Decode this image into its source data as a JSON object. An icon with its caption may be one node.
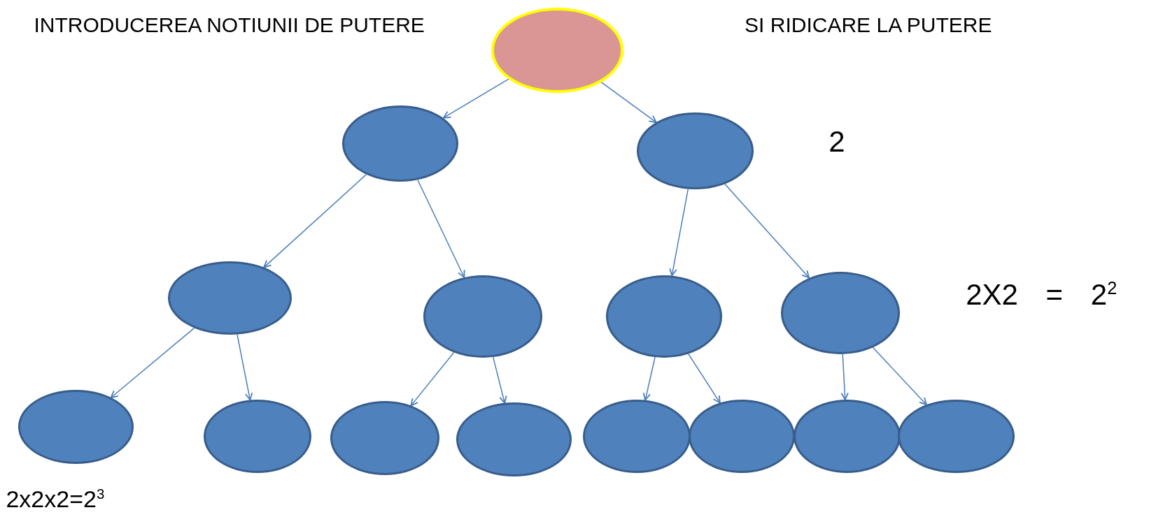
{
  "diagram": {
    "nodes": [
      {
        "text": [],
        "shape": "circle"
      },
      {
        "text": [],
        "shape": "circle"
      },
      {
        "text": [],
        "shape": "circle"
      },
      {
        "text": [],
        "shape": "circle"
      },
      {
        "text": [],
        "shape": "circle"
      },
      {
        "text": [],
        "shape": "circle"
      },
      {
        "text": [],
        "shape": "circle"
      },
      {
        "text": [],
        "shape": "circle"
      },
      {
        "text": [],
        "shape": "circle"
      },
      {
        "text": [],
        "shape": "circle"
      },
      {
        "text": [],
        "shape": "circle"
      },
      {
        "text": [],
        "shape": "circle"
      },
      {
        "text": [],
        "shape": "circle"
      },
      {
        "text": [],
        "shape": "circle"
      },
      {
        "text": [],
        "shape": "circle"
      }
    ],
    "edges": [
      {
        "from": 0,
        "to": 1,
        "arrow": "to"
      },
      {
        "from": 0,
        "to": 2,
        "arrow": "to"
      },
      {
        "from": 1,
        "to": 3,
        "arrow": "to"
      },
      {
        "from": 1,
        "to": 4,
        "arrow": "to"
      },
      {
        "from": 2,
        "to": 5,
        "arrow": "to"
      },
      {
        "from": 2,
        "to": 6,
        "arrow": "to"
      },
      {
        "from": 3,
        "to": 7,
        "arrow": "to"
      },
      {
        "from": 3,
        "to": 8,
        "arrow": "to"
      },
      {
        "from": 4,
        "to": 9,
        "arrow": "to"
      },
      {
        "from": 4,
        "to": 10,
        "arrow": "to"
      },
      {
        "from": 5,
        "to": 11,
        "arrow": "to"
      },
      {
        "from": 5,
        "to": 12,
        "arrow": "to"
      },
      {
        "from": 6,
        "to": 13,
        "arrow": "to"
      },
      {
        "from": 6,
        "to": 14,
        "arrow": "to"
      }
    ],
    "labels": [
      "INTRODUCEREA NOTIUNII DE PUTERE",
      "SI RIDICARE LA PUTERE",
      "2",
      "2X2 = 2$^{2}$",
      "2x2x2=2$^{3}$"
    ]
  }
}
